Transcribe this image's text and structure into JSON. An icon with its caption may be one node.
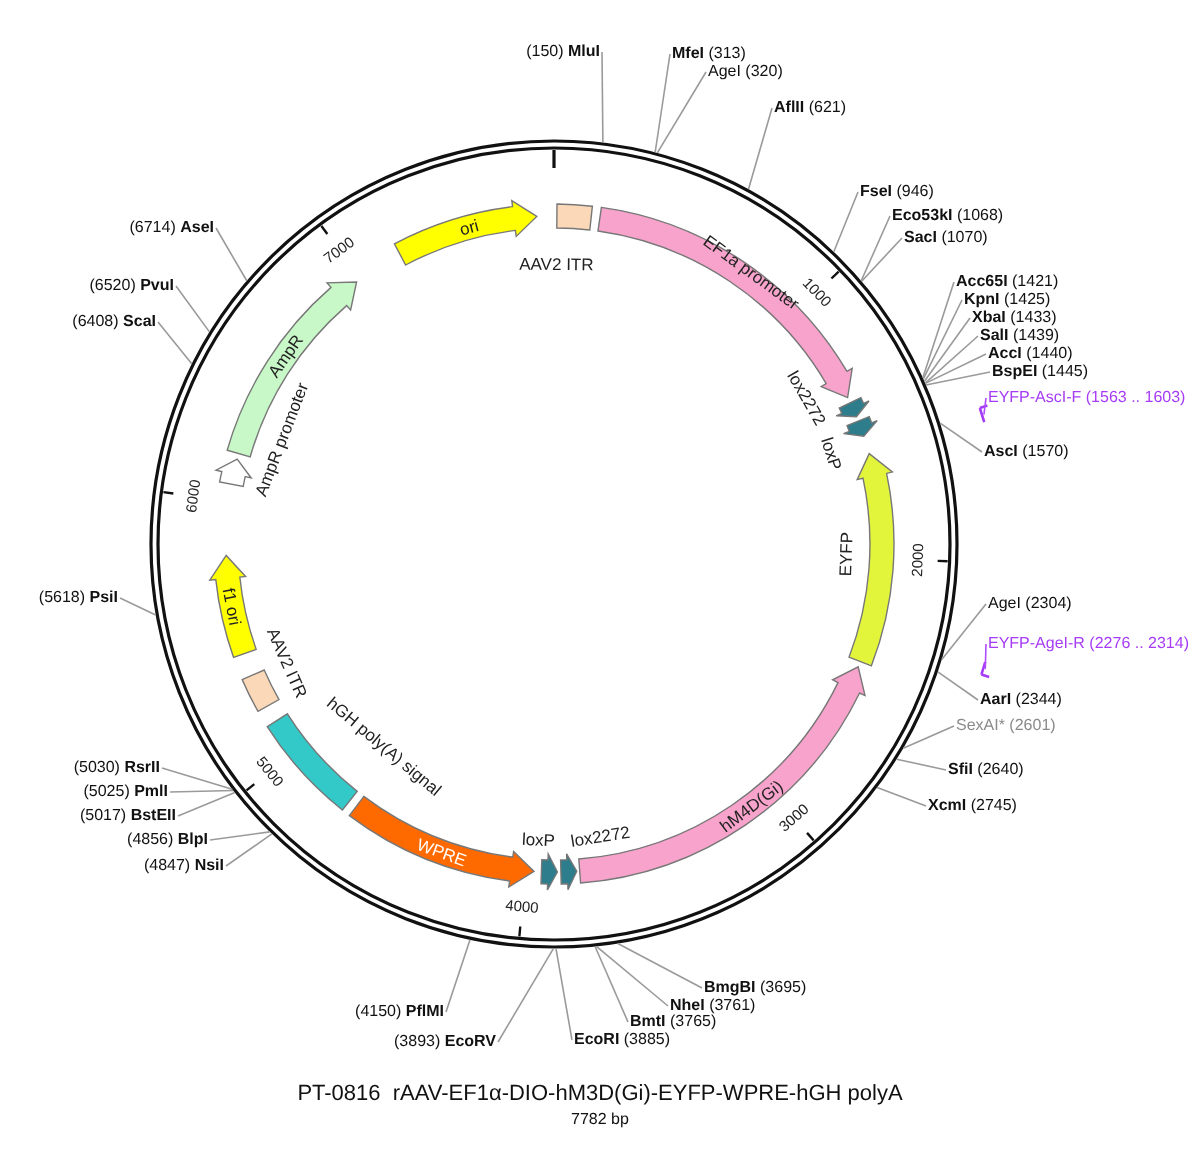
{
  "diagram": {
    "title": "PT-0816  rAAV-EF1α-DIO-hM3D(Gi)-EYFP-WPRE-hGH polyA",
    "caption": "7782 bp",
    "nodes": [
      {
        "text": [
          "(150) **MluI**"
        ]
      },
      {
        "text": [
          "**MfeI** (313)"
        ]
      },
      {
        "text": [
          "AgeI (320)"
        ]
      },
      {
        "text": [
          "**AflII** (621)"
        ]
      },
      {
        "text": [
          "**FseI** (946)"
        ]
      },
      {
        "text": [
          "**Eco53kI** (1068)"
        ]
      },
      {
        "text": [
          "**SacI** (1070)"
        ]
      },
      {
        "text": [
          "**Acc65I** (1421)"
        ]
      },
      {
        "text": [
          "**KpnI** (1425)"
        ]
      },
      {
        "text": [
          "**XbaI** (1433)"
        ]
      },
      {
        "text": [
          "**SalI** (1439)"
        ]
      },
      {
        "text": [
          "**AccI** (1440)"
        ]
      },
      {
        "text": [
          "**BspEI** (1445)"
        ]
      },
      {
        "text": [
          "EYFP-AscI-F (1563 .. 1603)"
        ]
      },
      {
        "text": [],
        "shape": "arrow"
      },
      {
        "text": [
          "**AscI** (1570)"
        ]
      },
      {
        "text": [
          "AgeI (2304)"
        ]
      },
      {
        "text": [
          "EYFP-AgeI-R (2276 .. 2314)"
        ]
      },
      {
        "text": [],
        "shape": "arrow"
      },
      {
        "text": [
          "**AarI** (2344)"
        ]
      },
      {
        "text": [
          "SexAI* (2601)"
        ]
      },
      {
        "text": [
          "**SfiI** (2640)"
        ]
      },
      {
        "text": [
          "**XcmI** (2745)"
        ]
      },
      {
        "text": [
          "**BmgBI** (3695)"
        ]
      },
      {
        "text": [
          "**NheI** (3761)"
        ]
      },
      {
        "text": [
          "**BmtI** (3765)"
        ]
      },
      {
        "text": [
          "**EcoRI** (3885)"
        ]
      },
      {
        "text": [
          "(3893) **EcoRV**"
        ]
      },
      {
        "text": [
          "(4150) **PflMI**"
        ]
      },
      {
        "text": [
          "(4847) **NsiI**"
        ]
      },
      {
        "text": [
          "(4856) **BlpI**"
        ]
      },
      {
        "text": [
          "(5017) **BstEII**"
        ]
      },
      {
        "text": [
          "(5025) **PmlI**"
        ]
      },
      {
        "text": [
          "(5030) **RsrII**"
        ]
      },
      {
        "text": [
          "(5618) **PsiI**"
        ]
      },
      {
        "text": [
          "(6408) **ScaI**"
        ]
      },
      {
        "text": [
          "(6520) **PvuI**"
        ]
      },
      {
        "text": [
          "(6714) **AseI**"
        ]
      },
      {
        "text": [
          "AAV2 ITR"
        ]
      },
      {
        "text": [
          "EF1a promoter"
        ]
      },
      {
        "text": [
          "lox2272"
        ]
      },
      {
        "text": [
          "loxP"
        ]
      },
      {
        "text": [
          "EYFP"
        ]
      },
      {
        "text": [
          "hM4D(Gi)"
        ]
      },
      {
        "text": [
          "lox2272"
        ]
      },
      {
        "text": [
          "loxP"
        ]
      },
      {
        "text": [
          "WPRE"
        ]
      },
      {
        "text": [
          "hGH poly(A) signal"
        ]
      },
      {
        "text": [
          "AAV2 ITR"
        ]
      },
      {
        "text": [
          "f1 ori"
        ]
      },
      {
        "text": [
          "AmpR promoter"
        ]
      },
      {
        "text": [
          "AmpR"
        ]
      },
      {
        "text": [
          "ori"
        ]
      }
    ],
    "edges": [
      {
        "from": 0,
        "to": null,
        "arrow": "none"
      },
      {
        "from": 1,
        "to": null,
        "arrow": "none"
      },
      {
        "from": 2,
        "to": null,
        "arrow": "none"
      },
      {
        "from": 3,
        "to": null,
        "arrow": "none"
      },
      {
        "from": 4,
        "to": null,
        "arrow": "none"
      },
      {
        "from": 5,
        "to": null,
        "arrow": "none"
      },
      {
        "from": 6,
        "to": null,
        "arrow": "none"
      },
      {
        "from": 7,
        "to": null,
        "arrow": "none"
      },
      {
        "from": 8,
        "to": null,
        "arrow": "none"
      },
      {
        "from": 9,
        "to": null,
        "arrow": "none"
      },
      {
        "from": 10,
        "to": null,
        "arrow": "none"
      },
      {
        "from": 11,
        "to": null,
        "arrow": "none"
      },
      {
        "from": 12,
        "to": null,
        "arrow": "none"
      },
      {
        "from": 13,
        "to": 14,
        "arrow": "none",
        "color": "#b04cff"
      },
      {
        "from": 15,
        "to": null,
        "arrow": "none"
      },
      {
        "from": 16,
        "to": null,
        "arrow": "none"
      },
      {
        "from": 17,
        "to": 18,
        "arrow": "none",
        "color": "#b04cff"
      },
      {
        "from": 19,
        "to": null,
        "arrow": "none"
      },
      {
        "from": 20,
        "to": null,
        "arrow": "none"
      },
      {
        "from": 21,
        "to": null,
        "arrow": "none"
      },
      {
        "from": 22,
        "to": null,
        "arrow": "none"
      },
      {
        "from": 23,
        "to": null,
        "arrow": "none"
      },
      {
        "from": 24,
        "to": null,
        "arrow": "none"
      },
      {
        "from": 25,
        "to": null,
        "arrow": "none"
      },
      {
        "from": 26,
        "to": null,
        "arrow": "none"
      },
      {
        "from": 27,
        "to": null,
        "arrow": "none"
      },
      {
        "from": 28,
        "to": null,
        "arrow": "none"
      },
      {
        "from": 29,
        "to": null,
        "arrow": "none"
      },
      {
        "from": 30,
        "to": null,
        "arrow": "none"
      },
      {
        "from": 31,
        "to": null,
        "arrow": "none"
      },
      {
        "from": 32,
        "to": null,
        "arrow": "none"
      },
      {
        "from": 33,
        "to": null,
        "arrow": "none"
      },
      {
        "from": 34,
        "to": null,
        "arrow": "none"
      },
      {
        "from": 35,
        "to": null,
        "arrow": "none"
      },
      {
        "from": 36,
        "to": null,
        "arrow": "none"
      },
      {
        "from": 37,
        "to": null,
        "arrow": "none"
      }
    ],
    "labels": [
      "1000",
      "2000",
      "3000",
      "4000",
      "5000",
      "6000",
      "7000"
    ]
  }
}
